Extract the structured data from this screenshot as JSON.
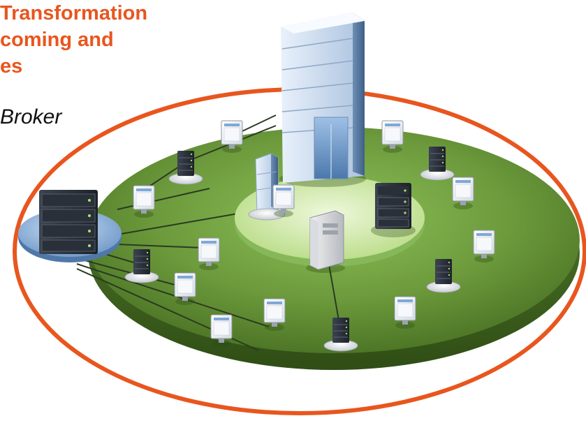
{
  "heading_lines": [
    "Transformation",
    "coming and",
    "es"
  ],
  "subheading": "Broker",
  "colors": {
    "heading": "#e8561e",
    "outer_ring": "#e8561e",
    "platform": "#6d9a3c",
    "inner_platform": "#cfe8a8",
    "server_platform": "#8fb3d9"
  },
  "icons": [
    "office-building-icon",
    "small-building-icon",
    "server-rack-icon",
    "tower-server-icon",
    "desktop-monitor-icon"
  ]
}
